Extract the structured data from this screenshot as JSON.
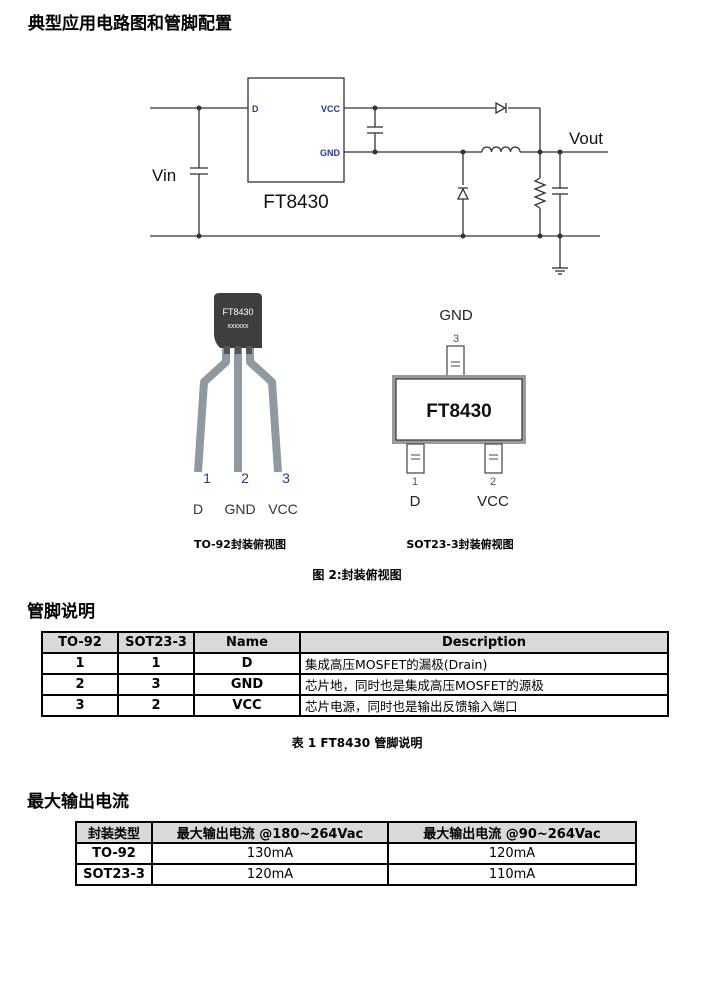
{
  "headings": {
    "circuit": "典型应用电路图和管脚配置",
    "pins": "管脚说明",
    "current": "最大输出电流"
  },
  "circuit": {
    "chip_name": "FT8430",
    "pin_d": "D",
    "pin_vcc": "VCC",
    "pin_gnd": "GND",
    "vin": "Vin",
    "vout": "Vout"
  },
  "to92": {
    "body_text_1": "FT8430",
    "body_text_2": "xxxxxx",
    "pin_numbers": [
      "1",
      "2",
      "3"
    ],
    "pin_names": [
      "D",
      "GND",
      "VCC"
    ],
    "caption": "TO-92封装俯视图"
  },
  "sot23": {
    "chip_name": "FT8430",
    "top_label": "GND",
    "top_number": "3",
    "left_number": "1",
    "right_number": "2",
    "left_label": "D",
    "right_label": "VCC",
    "caption": "SOT23-3封装俯视图"
  },
  "figure_caption": "图 2:封装俯视图",
  "pin_table": {
    "headers": [
      "TO-92",
      "SOT23-3",
      "Name",
      "Description"
    ],
    "rows": [
      [
        "1",
        "1",
        "D",
        "集成高压MOSFET的漏极(Drain)"
      ],
      [
        "2",
        "3",
        "GND",
        "芯片地，同时也是集成高压MOSFET的源极"
      ],
      [
        "3",
        "2",
        "VCC",
        "芯片电源，同时也是输出反馈输入端口"
      ]
    ],
    "caption": "表 1 FT8430 管脚说明"
  },
  "current_table": {
    "headers": [
      "封装类型",
      "最大输出电流  @180~264Vac",
      "最大输出电流  @90~264Vac"
    ],
    "rows": [
      [
        "TO-92",
        "130mA",
        "120mA"
      ],
      [
        "SOT23-3",
        "120mA",
        "110mA"
      ]
    ]
  }
}
